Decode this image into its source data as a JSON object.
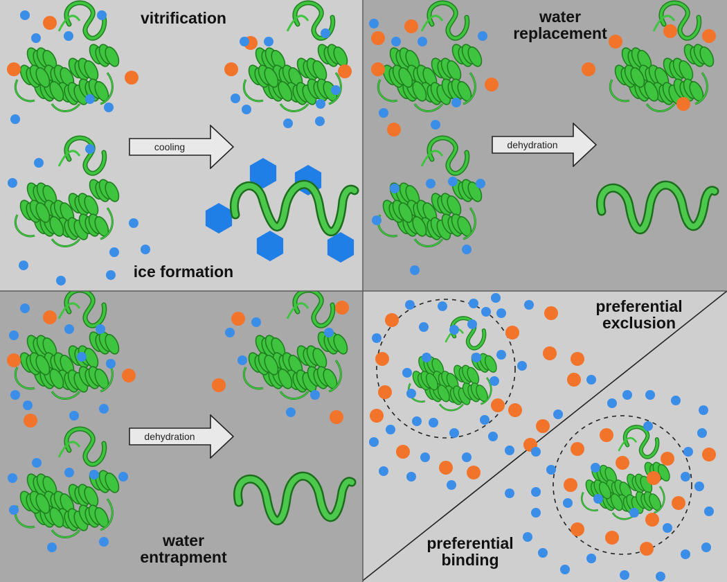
{
  "panels": {
    "vitrification": {
      "title": "vitrification",
      "subtitle": "ice formation",
      "arrow": "cooling"
    },
    "water_replacement": {
      "title": "water\nreplacement",
      "arrow": "dehydration"
    },
    "water_entrapment": {
      "title": "water\nentrapment",
      "arrow": "dehydration"
    },
    "preferential": {
      "upper": "preferential\nexclusion",
      "lower": "preferential\nbinding"
    }
  },
  "colors": {
    "panel_light": "#cfcfcf",
    "panel_dark": "#a9a9a9",
    "water_molecule": "#3a8ee8",
    "cosolute_molecule": "#f2732a",
    "ice_crystal": "#1f7fe6",
    "protein_green": "#3fc43f",
    "protein_dark": "#1f7f1f"
  },
  "icons": {
    "protein": "protein-ribbon-icon",
    "water": "water-molecule-icon",
    "cosolute": "cosolute-molecule-icon",
    "ice": "ice-crystal-icon",
    "unfolded": "unfolded-chain-icon",
    "arrow": "process-arrow-icon"
  }
}
